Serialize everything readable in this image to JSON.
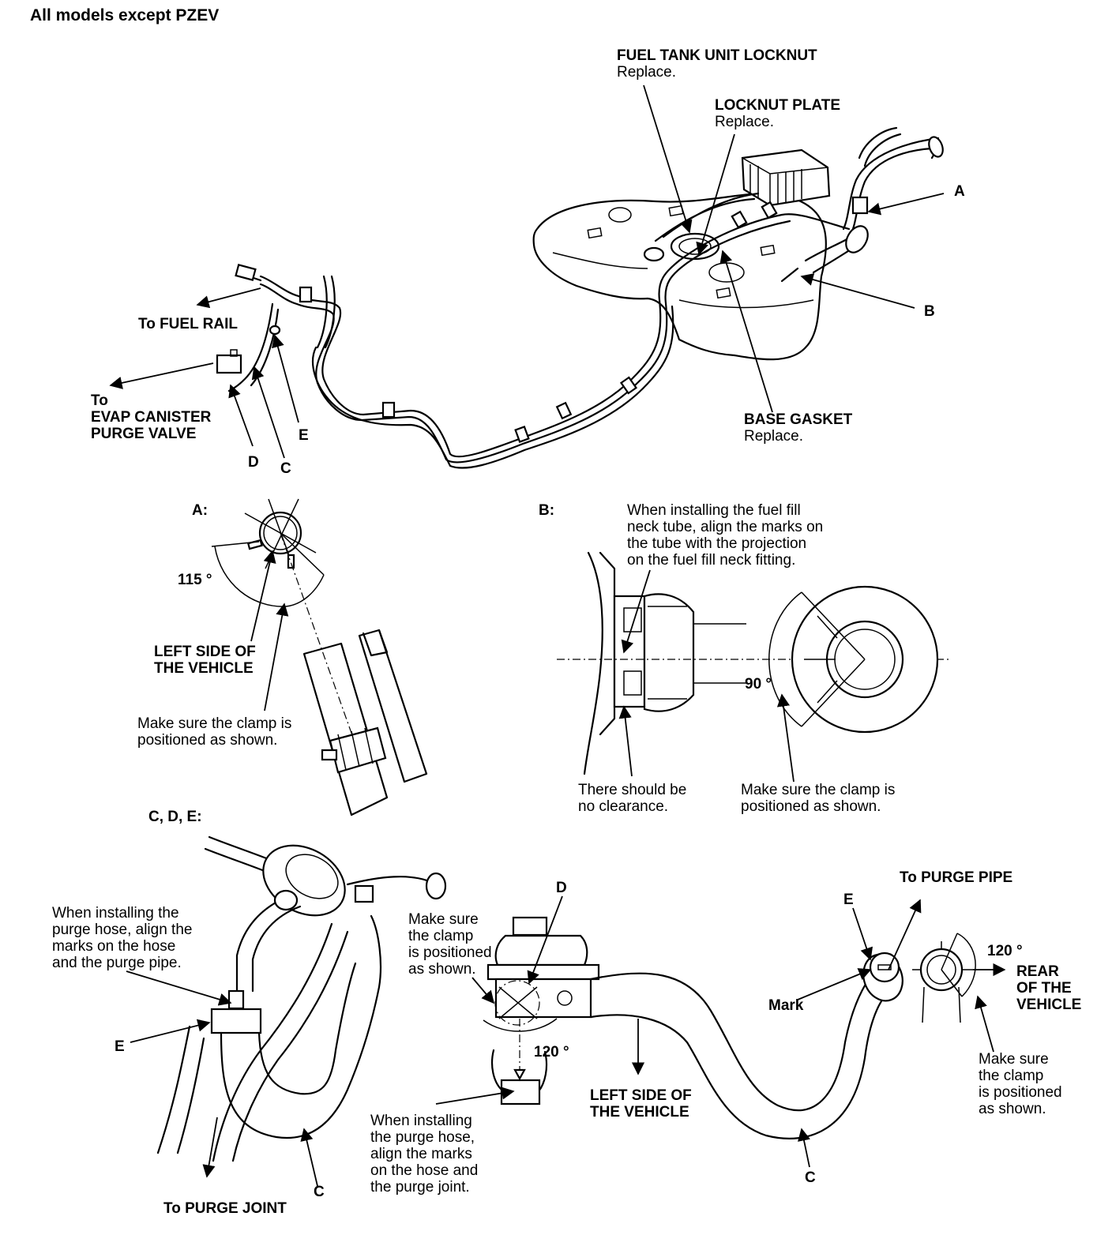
{
  "title": "All models except PZEV",
  "top": {
    "fuel_tank_unit_locknut": "FUEL TANK UNIT LOCKNUT",
    "locknut_replace": "Replace.",
    "locknut_plate": "LOCKNUT PLATE",
    "plate_replace": "Replace.",
    "base_gasket": "BASE GASKET",
    "gasket_replace": "Replace.",
    "to_fuel_rail": "To FUEL RAIL",
    "to": "To",
    "evap_canister": "EVAP CANISTER",
    "purge_valve": "PURGE VALVE",
    "letter_a": "A",
    "letter_b": "B",
    "letter_c": "C",
    "letter_d": "D",
    "letter_e": "E"
  },
  "detail_a": {
    "heading": "A:",
    "angle": "115 °",
    "left_side_1": "LEFT SIDE OF",
    "left_side_2": "THE VEHICLE",
    "clamp_1": "Make sure the clamp is",
    "clamp_2": "positioned as shown."
  },
  "detail_b": {
    "heading": "B:",
    "install_1": "When installing the fuel fill",
    "install_2": "neck tube, align the marks on",
    "install_3": "the tube with the projection",
    "install_4": "on the fuel fill neck fitting.",
    "angle": "90 °",
    "clearance_1": "There should be",
    "clearance_2": "no clearance.",
    "clamp_1": "Make sure the clamp is",
    "clamp_2": "positioned as shown."
  },
  "detail_cde": {
    "heading": "C, D, E:",
    "purge_pipe_1": "When installing the",
    "purge_pipe_2": "purge hose, align the",
    "purge_pipe_3": "marks on the hose",
    "purge_pipe_4": "and the purge pipe.",
    "letter_e_left": "E",
    "to_purge_joint": "To PURGE JOINT",
    "letter_c_left": "C",
    "clamp_mid_1": "Make sure",
    "clamp_mid_2": "the clamp",
    "clamp_mid_3": "is positioned",
    "clamp_mid_4": "as shown.",
    "letter_d": "D",
    "angle_mid": "120 °",
    "joint_1": "When installing",
    "joint_2": "the purge hose,",
    "joint_3": "align the marks",
    "joint_4": "on the hose and",
    "joint_5": "the purge joint.",
    "left_side_1": "LEFT SIDE OF",
    "left_side_2": "THE VEHICLE",
    "letter_c_right": "C",
    "letter_e_right": "E",
    "to_purge_pipe": "To PURGE PIPE",
    "mark": "Mark",
    "angle_right": "120 °",
    "rear_1": "REAR",
    "rear_2": "OF THE",
    "rear_3": "VEHICLE",
    "clamp_right_1": "Make sure",
    "clamp_right_2": "the clamp",
    "clamp_right_3": "is positioned",
    "clamp_right_4": "as shown."
  }
}
